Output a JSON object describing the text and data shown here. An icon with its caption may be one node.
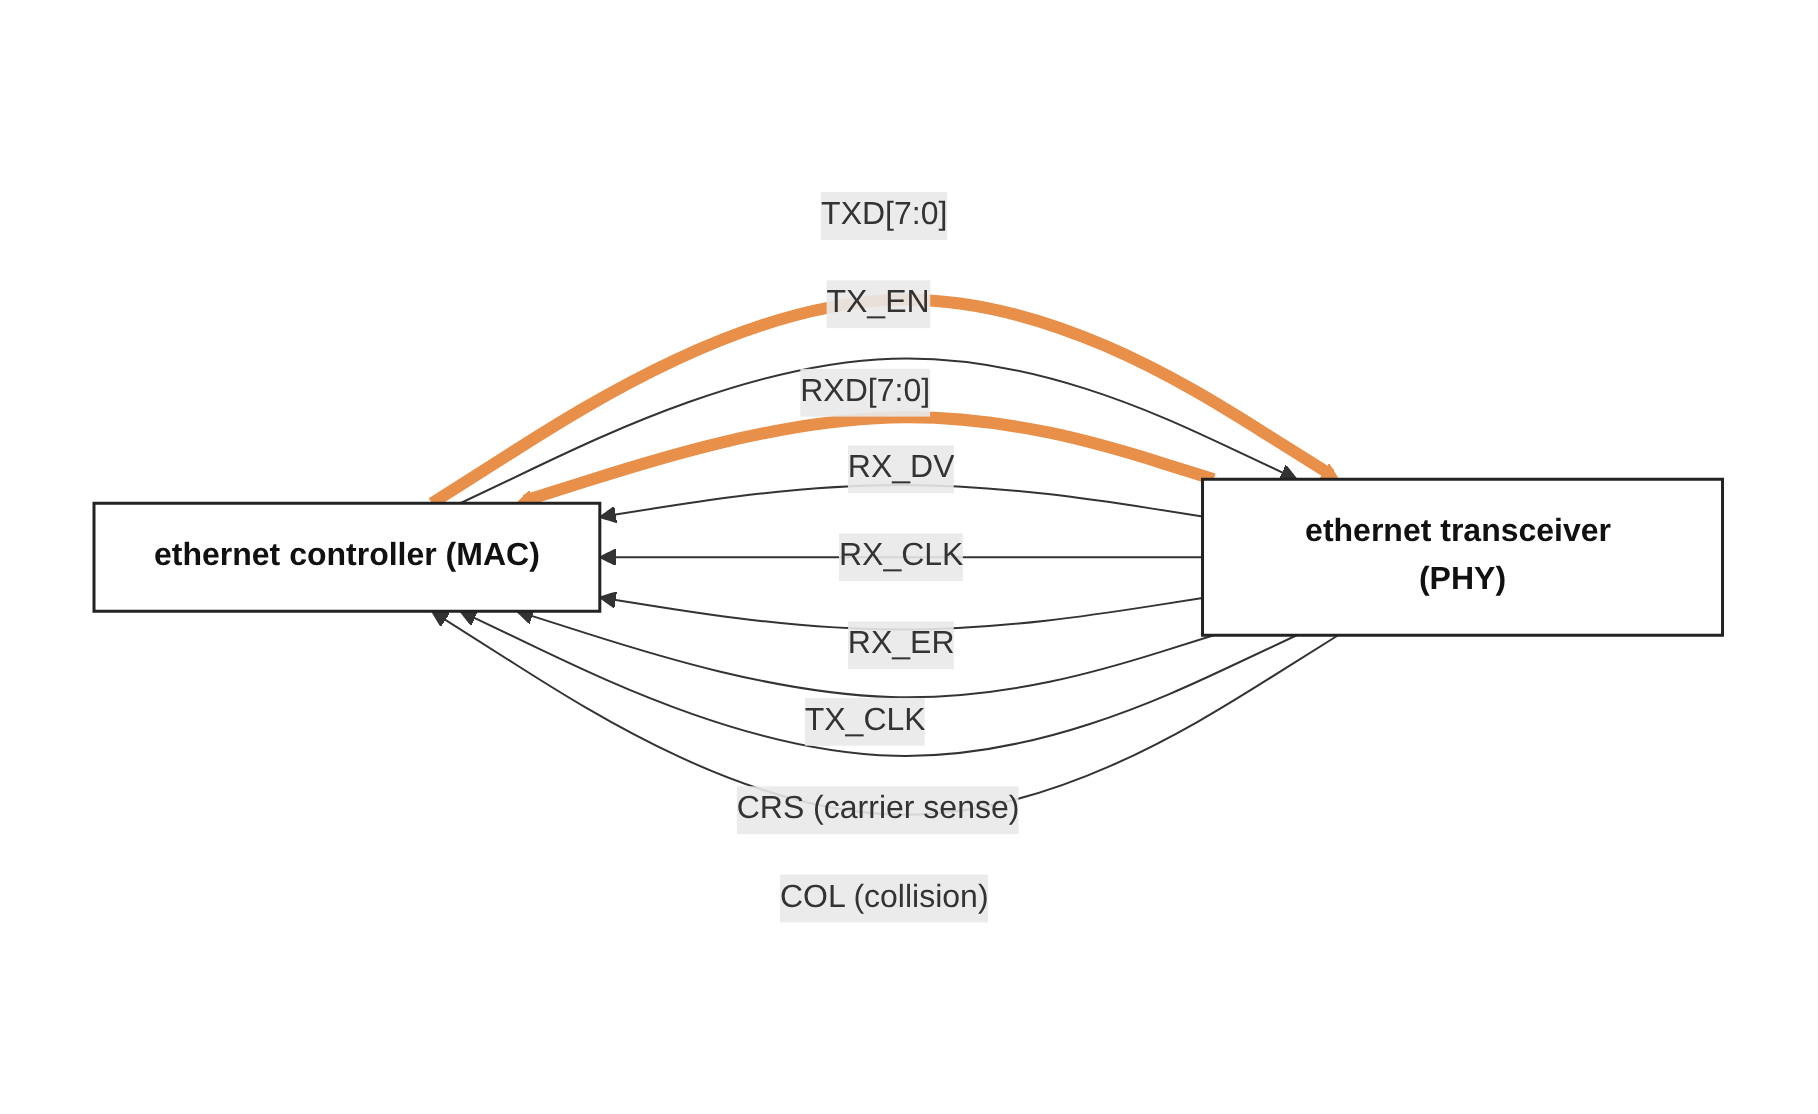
{
  "diagram": {
    "nodes": [
      {
        "text": [
          "ethernet controller (MAC)"
        ]
      },
      {
        "text": [
          "ethernet transceiver (PHY)"
        ]
      }
    ],
    "edges": [
      {
        "from": 1,
        "to": 0,
        "arrow": "to",
        "label": "RXD[7:0]",
        "style": "thick",
        "color": "#e8904a"
      },
      {
        "from": 1,
        "to": 0,
        "arrow": "to",
        "label": "RX_DV"
      },
      {
        "from": 1,
        "to": 0,
        "arrow": "to",
        "label": "RX_CLK"
      },
      {
        "from": 1,
        "to": 0,
        "arrow": "to",
        "label": "RX_ER"
      },
      {
        "from": 0,
        "to": 1,
        "arrow": "to",
        "label": "TXD[7:0]",
        "style": "thick",
        "color": "#e8904a"
      },
      {
        "from": 0,
        "to": 1,
        "arrow": "to",
        "label": "TX_EN"
      },
      {
        "from": 1,
        "to": 0,
        "arrow": "to",
        "label": "TX_CLK"
      },
      {
        "from": 1,
        "to": 0,
        "arrow": "to",
        "label": "CRS (carrier sense)"
      },
      {
        "from": 1,
        "to": 0,
        "arrow": "to",
        "label": "COL (collision)"
      }
    ]
  }
}
